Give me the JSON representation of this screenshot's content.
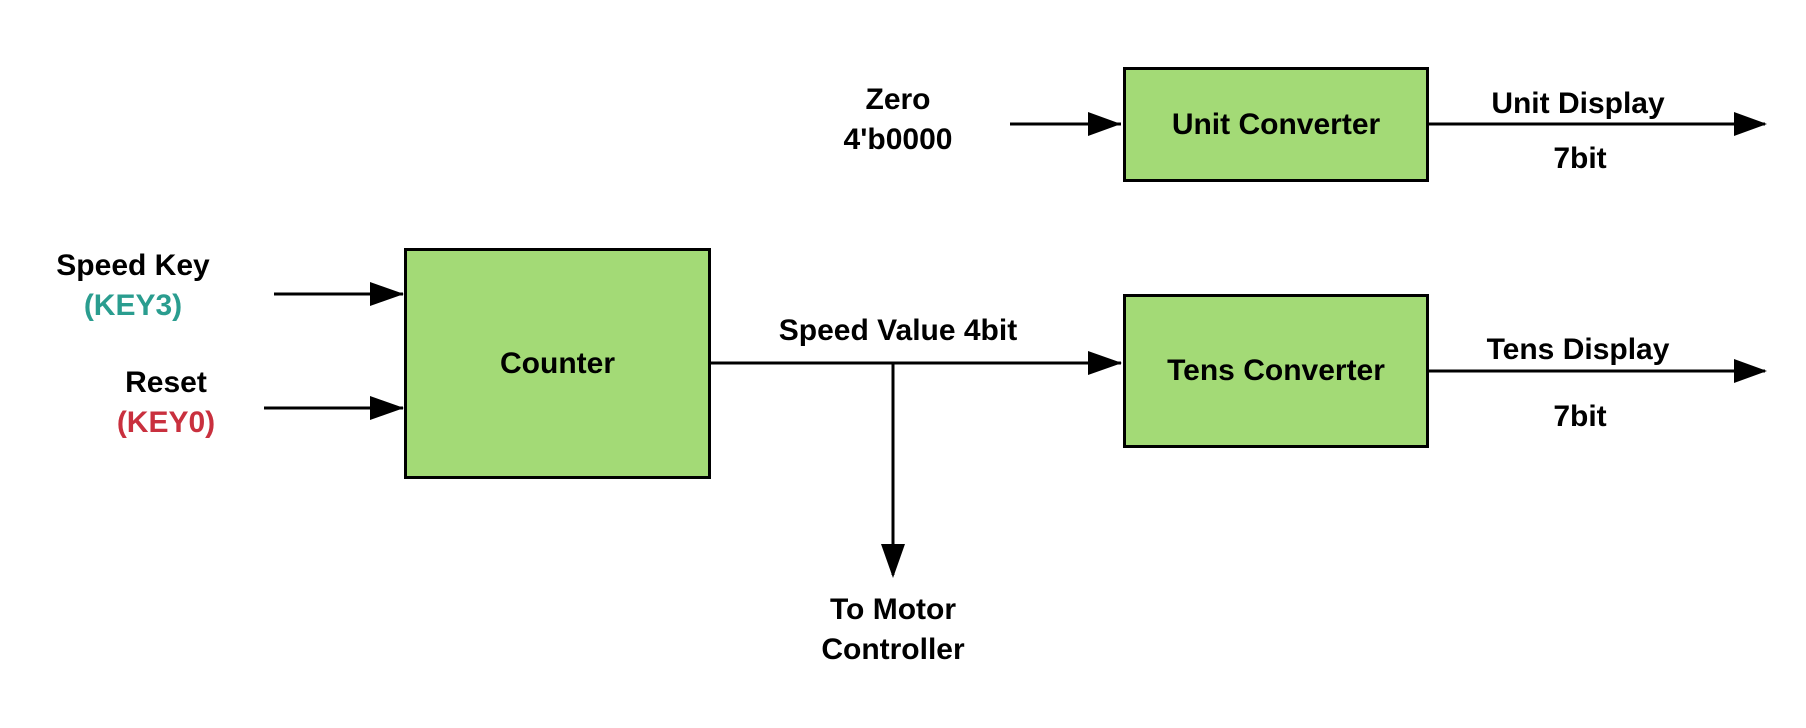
{
  "colors": {
    "block_fill": "#a3da76",
    "stroke": "#000000",
    "key3": "#2a9d8f",
    "key0": "#c9303e"
  },
  "blocks": {
    "unit_converter": "Unit Converter",
    "counter": "Counter",
    "tens_converter": "Tens Converter"
  },
  "labels": {
    "zero_line1": "Zero",
    "zero_line2": "4'b0000",
    "unit_display": "Unit Display",
    "unit_bits": "7bit",
    "speed_key": "Speed Key",
    "speed_key_code": "(KEY3)",
    "reset": "Reset",
    "reset_code": "(KEY0)",
    "speed_value": "Speed Value 4bit",
    "tens_display": "Tens Display",
    "tens_bits": "7bit",
    "motor_line1": "To Motor",
    "motor_line2": "Controller"
  }
}
